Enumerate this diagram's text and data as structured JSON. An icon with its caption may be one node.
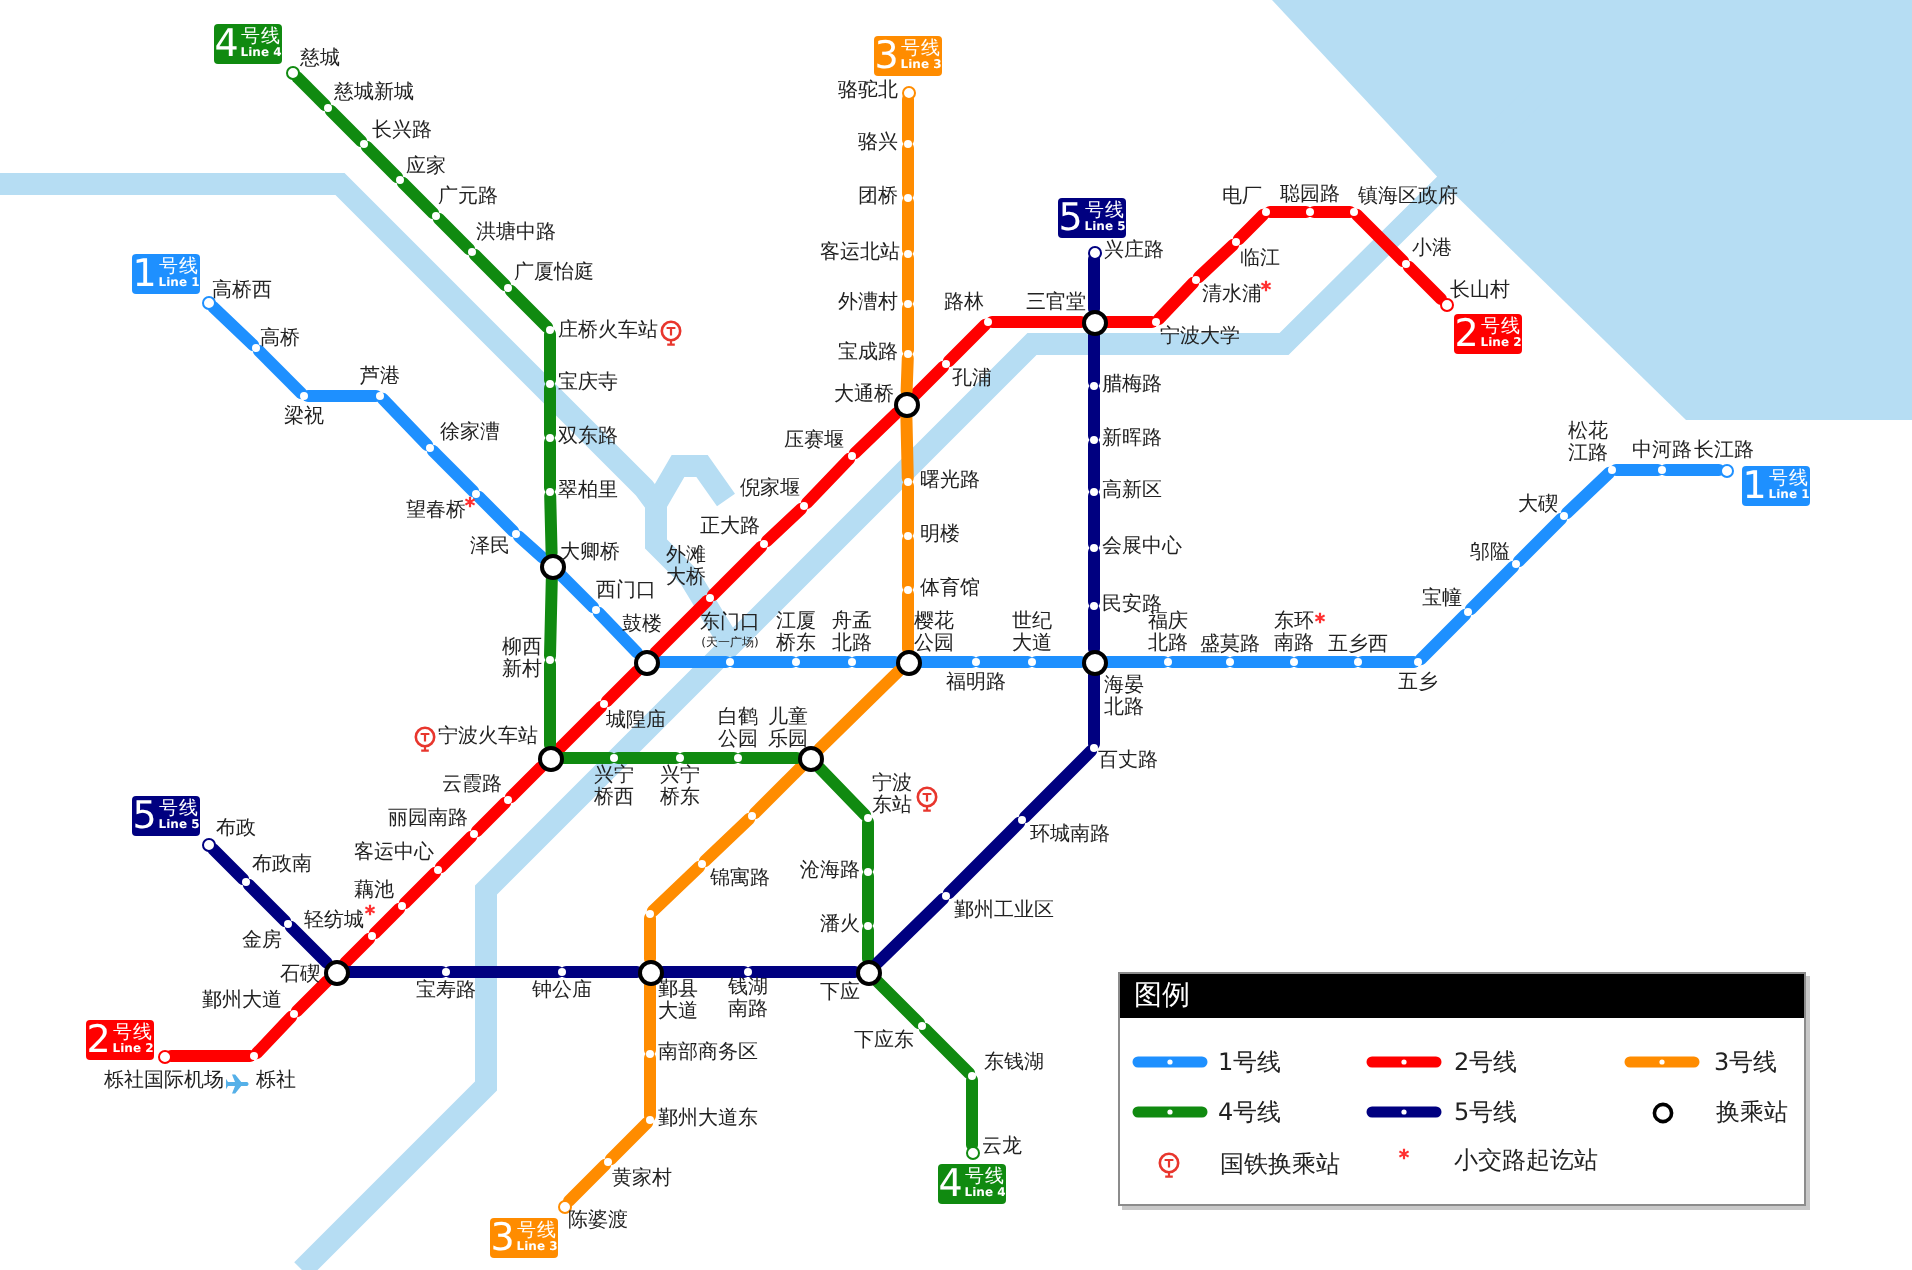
{
  "diagram": {
    "nodes": [
      {
        "text": [
          "1",
          "号线",
          "Line 1"
        ]
      },
      {
        "text": [],
        "shape": "circle",
        "beside": [
          "高桥西"
        ]
      },
      {
        "text": [],
        "shape": "circle",
        "beside": [
          "高桥"
        ]
      },
      {
        "text": [],
        "shape": "circle",
        "beside": [
          "梁祝"
        ]
      },
      {
        "text": [],
        "shape": "circle",
        "beside": [
          "芦港"
        ]
      },
      {
        "text": [],
        "shape": "circle",
        "beside": [
          "徐家漕"
        ]
      },
      {
        "text": [],
        "shape": "circle",
        "beside": [
          "望春桥"
        ]
      },
      {
        "text": [],
        "shape": "circle",
        "beside": [
          "泽民"
        ]
      },
      {
        "text": [],
        "shape": "circle",
        "beside": [
          "大卿桥"
        ]
      },
      {
        "text": [],
        "shape": "circle",
        "beside": [
          "西门口"
        ]
      },
      {
        "text": [],
        "shape": "circle",
        "beside": [
          "鼓楼"
        ]
      },
      {
        "text": [],
        "shape": "circle",
        "beside": [
          "东门口",
          "(天一广场)"
        ]
      },
      {
        "text": [],
        "shape": "circle",
        "beside": [
          "江厦桥东"
        ]
      },
      {
        "text": [],
        "shape": "circle",
        "beside": [
          "舟孟北路"
        ]
      },
      {
        "text": [],
        "shape": "circle",
        "beside": [
          "樱花公园"
        ]
      },
      {
        "text": [],
        "shape": "circle",
        "beside": [
          "福明路"
        ]
      },
      {
        "text": [],
        "shape": "circle",
        "beside": [
          "世纪大道"
        ]
      },
      {
        "text": [],
        "shape": "circle",
        "beside": [
          "海晏北路"
        ]
      },
      {
        "text": [],
        "shape": "circle",
        "beside": [
          "福庆北路"
        ]
      },
      {
        "text": [],
        "shape": "circle",
        "beside": [
          "盛莫路"
        ]
      },
      {
        "text": [],
        "shape": "circle",
        "beside": [
          "东环南路"
        ]
      },
      {
        "text": [],
        "shape": "circle",
        "beside": [
          "五乡西"
        ]
      },
      {
        "text": [],
        "shape": "circle",
        "beside": [
          "五乡"
        ]
      },
      {
        "text": [],
        "shape": "circle",
        "beside": [
          "宝幢"
        ]
      },
      {
        "text": [],
        "shape": "circle",
        "beside": [
          "邬隘"
        ]
      },
      {
        "text": [],
        "shape": "circle",
        "beside": [
          "大碶"
        ]
      },
      {
        "text": [],
        "shape": "circle",
        "beside": [
          "松花江路"
        ]
      },
      {
        "text": [],
        "shape": "circle",
        "beside": [
          "中河路"
        ]
      },
      {
        "text": [],
        "shape": "circle",
        "beside": [
          "长江路"
        ]
      },
      {
        "text": [
          "1",
          "号线",
          "Line 1"
        ]
      },
      {
        "text": [
          "2",
          "号线",
          "Line 2"
        ]
      },
      {
        "text": [],
        "shape": "circle",
        "beside": [
          "栎社国际机场"
        ]
      },
      {
        "text": [],
        "shape": "circle",
        "beside": [
          "栎社"
        ]
      },
      {
        "text": [],
        "shape": "circle",
        "beside": [
          "鄞州大道"
        ]
      },
      {
        "text": [],
        "shape": "circle",
        "beside": [
          "石碶"
        ]
      },
      {
        "text": [],
        "shape": "circle",
        "beside": [
          "轻纺城"
        ]
      },
      {
        "text": [],
        "shape": "circle",
        "beside": [
          "藕池"
        ]
      },
      {
        "text": [],
        "shape": "circle",
        "beside": [
          "客运中心"
        ]
      },
      {
        "text": [],
        "shape": "circle",
        "beside": [
          "丽园南路"
        ]
      },
      {
        "text": [],
        "shape": "circle",
        "beside": [
          "云霞路"
        ]
      },
      {
        "text": [],
        "shape": "circle",
        "beside": [
          "宁波火车站"
        ]
      },
      {
        "text": [],
        "shape": "circle",
        "beside": [
          "城隍庙"
        ]
      },
      {
        "text": [],
        "shape": "circle",
        "beside": [
          "外滩大桥"
        ]
      },
      {
        "text": [],
        "shape": "circle",
        "beside": [
          "正大路"
        ]
      },
      {
        "text": [],
        "shape": "circle",
        "beside": [
          "倪家堰"
        ]
      },
      {
        "text": [],
        "shape": "circle",
        "beside": [
          "压赛堰"
        ]
      },
      {
        "text": [],
        "shape": "circle",
        "beside": [
          "大通桥"
        ]
      },
      {
        "text": [],
        "shape": "circle",
        "beside": [
          "孔浦"
        ]
      },
      {
        "text": [],
        "shape": "circle",
        "beside": [
          "路林"
        ]
      },
      {
        "text": [],
        "shape": "circle",
        "beside": [
          "三官堂"
        ]
      },
      {
        "text": [],
        "shape": "circle",
        "beside": [
          "宁波大学"
        ]
      },
      {
        "text": [],
        "shape": "circle",
        "beside": [
          "清水浦"
        ]
      },
      {
        "text": [],
        "shape": "circle",
        "beside": [
          "临江"
        ]
      },
      {
        "text": [],
        "shape": "circle",
        "beside": [
          "电厂"
        ]
      },
      {
        "text": [],
        "shape": "circle",
        "beside": [
          "聪园路"
        ]
      },
      {
        "text": [],
        "shape": "circle",
        "beside": [
          "镇海区政府"
        ]
      },
      {
        "text": [],
        "shape": "circle",
        "beside": [
          "小港"
        ]
      },
      {
        "text": [],
        "shape": "circle",
        "beside": [
          "长山村"
        ]
      },
      {
        "text": [
          "2",
          "号线",
          "Line 2"
        ]
      },
      {
        "text": [
          "3",
          "号线",
          "Line 3"
        ]
      },
      {
        "text": [],
        "shape": "circle",
        "beside": [
          "骆驼北"
        ]
      },
      {
        "text": [],
        "shape": "circle",
        "beside": [
          "骆兴"
        ]
      },
      {
        "text": [],
        "shape": "circle",
        "beside": [
          "团桥"
        ]
      },
      {
        "text": [],
        "shape": "circle",
        "beside": [
          "客运北站"
        ]
      },
      {
        "text": [],
        "shape": "circle",
        "beside": [
          "外漕村"
        ]
      },
      {
        "text": [],
        "shape": "circle",
        "beside": [
          "宝成路"
        ]
      },
      {
        "text": [],
        "shape": "circle",
        "beside": [
          "曙光路"
        ]
      },
      {
        "text": [],
        "shape": "circle",
        "beside": [
          "明楼"
        ]
      },
      {
        "text": [],
        "shape": "circle",
        "beside": [
          "体育馆"
        ]
      },
      {
        "text": [],
        "shape": "circle",
        "beside": [
          "儿童乐园"
        ]
      },
      {
        "text": [],
        "shape": "circle"
      },
      {
        "text": [],
        "shape": "circle",
        "beside": [
          "锦寓路"
        ]
      },
      {
        "text": [],
        "shape": "circle"
      },
      {
        "text": [],
        "shape": "circle",
        "beside": [
          "鄞县大道"
        ]
      },
      {
        "text": [],
        "shape": "circle",
        "beside": [
          "南部商务区"
        ]
      },
      {
        "text": [],
        "shape": "circle",
        "beside": [
          "鄞州大道东"
        ]
      },
      {
        "text": [],
        "shape": "circle",
        "beside": [
          "黄家村"
        ]
      },
      {
        "text": [],
        "shape": "circle",
        "beside": [
          "陈婆渡"
        ]
      },
      {
        "text": [
          "3",
          "号线",
          "Line 3"
        ]
      },
      {
        "text": [
          "4",
          "号线",
          "Line 4"
        ]
      },
      {
        "text": [],
        "shape": "circle",
        "beside": [
          "慈城"
        ]
      },
      {
        "text": [],
        "shape": "circle",
        "beside": [
          "慈城新城"
        ]
      },
      {
        "text": [],
        "shape": "circle",
        "beside": [
          "长兴路"
        ]
      },
      {
        "text": [],
        "shape": "circle",
        "beside": [
          "应家"
        ]
      },
      {
        "text": [],
        "shape": "circle",
        "beside": [
          "广元路"
        ]
      },
      {
        "text": [],
        "shape": "circle",
        "beside": [
          "洪塘中路"
        ]
      },
      {
        "text": [],
        "shape": "circle",
        "beside": [
          "广厦怡庭"
        ]
      },
      {
        "text": [],
        "shape": "circle",
        "beside": [
          "庄桥火车站"
        ]
      },
      {
        "text": [],
        "shape": "circle",
        "beside": [
          "宝庆寺"
        ]
      },
      {
        "text": [],
        "shape": "circle",
        "beside": [
          "双东路"
        ]
      },
      {
        "text": [],
        "shape": "circle",
        "beside": [
          "翠柏里"
        ]
      },
      {
        "text": [],
        "shape": "circle",
        "beside": [
          "柳西新村"
        ]
      },
      {
        "text": [],
        "shape": "circle",
        "beside": [
          "兴宁桥西"
        ]
      },
      {
        "text": [],
        "shape": "circle",
        "beside": [
          "兴宁桥东"
        ]
      },
      {
        "text": [],
        "shape": "circle",
        "beside": [
          "白鹤公园"
        ]
      },
      {
        "text": [],
        "shape": "circle",
        "beside": [
          "宁波东站"
        ]
      },
      {
        "text": [],
        "shape": "circle",
        "beside": [
          "沧海路"
        ]
      },
      {
        "text": [],
        "shape": "circle",
        "beside": [
          "潘火"
        ]
      },
      {
        "text": [],
        "shape": "circle",
        "beside": [
          "下应"
        ]
      },
      {
        "text": [],
        "shape": "circle",
        "beside": [
          "下应东"
        ]
      },
      {
        "text": [],
        "shape": "circle",
        "beside": [
          "东钱湖"
        ]
      },
      {
        "text": [],
        "shape": "circle",
        "beside": [
          "云龙"
        ]
      },
      {
        "text": [
          "4",
          "号线",
          "Line 4"
        ]
      },
      {
        "text": [
          "5",
          "号线",
          "Line 5"
        ]
      },
      {
        "text": [],
        "shape": "circle",
        "beside": [
          "兴庄路"
        ]
      },
      {
        "text": [],
        "shape": "circle",
        "beside": [
          "腊梅路"
        ]
      },
      {
        "text": [],
        "shape": "circle",
        "beside": [
          "新晖路"
        ]
      },
      {
        "text": [],
        "shape": "circle",
        "beside": [
          "高新区"
        ]
      },
      {
        "text": [],
        "shape": "circle",
        "beside": [
          "会展中心"
        ]
      },
      {
        "text": [],
        "shape": "circle",
        "beside": [
          "民安路"
        ]
      },
      {
        "text": [],
        "shape": "circle",
        "beside": [
          "百丈路"
        ]
      },
      {
        "text": [],
        "shape": "circle",
        "beside": [
          "环城南路"
        ]
      },
      {
        "text": [],
        "shape": "circle",
        "beside": [
          "鄞州工业区"
        ]
      },
      {
        "text": [],
        "shape": "circle",
        "beside": [
          "钱湖南路"
        ]
      },
      {
        "text": [],
        "shape": "circle",
        "beside": [
          "钟公庙"
        ]
      },
      {
        "text": [],
        "shape": "circle",
        "beside": [
          "宝寿路"
        ]
      },
      {
        "text": [],
        "shape": "circle",
        "beside": [
          "金房"
        ]
      },
      {
        "text": [],
        "shape": "circle",
        "beside": [
          "布政南"
        ]
      },
      {
        "text": [],
        "shape": "circle",
        "beside": [
          "布政"
        ]
      },
      {
        "text": [
          "5",
          "号线",
          "Line 5"
        ]
      }
    ],
    "edges": [
      {
        "from": 1,
        "to": 2,
        "arrow": "none",
        "color": "#1e90ff"
      },
      {
        "from": 2,
        "to": 3,
        "arrow": "none",
        "color": "#1e90ff"
      },
      {
        "from": 3,
        "to": 4,
        "arrow": "none",
        "color": "#1e90ff"
      },
      {
        "from": 4,
        "to": 5,
        "arrow": "none",
        "color": "#1e90ff"
      },
      {
        "from": 5,
        "to": 6,
        "arrow": "none",
        "color": "#1e90ff"
      },
      {
        "from": 6,
        "to": 7,
        "arrow": "none",
        "color": "#1e90ff"
      },
      {
        "from": 7,
        "to": 8,
        "arrow": "none",
        "color": "#1e90ff"
      },
      {
        "from": 8,
        "to": 9,
        "arrow": "none",
        "color": "#1e90ff"
      },
      {
        "from": 9,
        "to": 10,
        "arrow": "none",
        "color": "#1e90ff"
      },
      {
        "from": 10,
        "to": 11,
        "arrow": "none",
        "color": "#1e90ff"
      },
      {
        "from": 11,
        "to": 12,
        "arrow": "none",
        "color": "#1e90ff"
      },
      {
        "from": 12,
        "to": 13,
        "arrow": "none",
        "color": "#1e90ff"
      },
      {
        "from": 13,
        "to": 14,
        "arrow": "none",
        "color": "#1e90ff"
      },
      {
        "from": 14,
        "to": 15,
        "arrow": "none",
        "color": "#1e90ff"
      },
      {
        "from": 15,
        "to": 16,
        "arrow": "none",
        "color": "#1e90ff"
      },
      {
        "from": 16,
        "to": 17,
        "arrow": "none",
        "color": "#1e90ff"
      },
      {
        "from": 17,
        "to": 18,
        "arrow": "none",
        "color": "#1e90ff"
      },
      {
        "from": 18,
        "to": 19,
        "arrow": "none",
        "color": "#1e90ff"
      },
      {
        "from": 19,
        "to": 20,
        "arrow": "none",
        "color": "#1e90ff"
      },
      {
        "from": 20,
        "to": 21,
        "arrow": "none",
        "color": "#1e90ff"
      },
      {
        "from": 21,
        "to": 22,
        "arrow": "none",
        "color": "#1e90ff"
      },
      {
        "from": 22,
        "to": 23,
        "arrow": "none",
        "color": "#1e90ff"
      },
      {
        "from": 23,
        "to": 24,
        "arrow": "none",
        "color": "#1e90ff"
      },
      {
        "from": 24,
        "to": 25,
        "arrow": "none",
        "color": "#1e90ff"
      },
      {
        "from": 25,
        "to": 26,
        "arrow": "none",
        "color": "#1e90ff"
      },
      {
        "from": 26,
        "to": 27,
        "arrow": "none",
        "color": "#1e90ff"
      },
      {
        "from": 27,
        "to": 28,
        "arrow": "none",
        "color": "#1e90ff"
      },
      {
        "from": 31,
        "to": 32,
        "arrow": "none",
        "color": "#ff0000"
      },
      {
        "from": 32,
        "to": 33,
        "arrow": "none",
        "color": "#ff0000"
      },
      {
        "from": 33,
        "to": 34,
        "arrow": "none",
        "color": "#ff0000"
      },
      {
        "from": 34,
        "to": 35,
        "arrow": "none",
        "color": "#ff0000"
      },
      {
        "from": 35,
        "to": 36,
        "arrow": "none",
        "color": "#ff0000"
      },
      {
        "from": 36,
        "to": 37,
        "arrow": "none",
        "color": "#ff0000"
      },
      {
        "from": 37,
        "to": 38,
        "arrow": "none",
        "color": "#ff0000"
      },
      {
        "from": 38,
        "to": 39,
        "arrow": "none",
        "color": "#ff0000"
      },
      {
        "from": 39,
        "to": 40,
        "arrow": "none",
        "color": "#ff0000"
      },
      {
        "from": 40,
        "to": 41,
        "arrow": "none",
        "color": "#ff0000"
      },
      {
        "from": 41,
        "to": 10,
        "arrow": "none",
        "color": "#ff0000"
      },
      {
        "from": 10,
        "to": 42,
        "arrow": "none",
        "color": "#ff0000"
      },
      {
        "from": 42,
        "to": 43,
        "arrow": "none",
        "color": "#ff0000"
      },
      {
        "from": 43,
        "to": 44,
        "arrow": "none",
        "color": "#ff0000"
      },
      {
        "from": 44,
        "to": 45,
        "arrow": "none",
        "color": "#ff0000"
      },
      {
        "from": 45,
        "to": 46,
        "arrow": "none",
        "color": "#ff0000"
      },
      {
        "from": 46,
        "to": 47,
        "arrow": "none",
        "color": "#ff0000"
      },
      {
        "from": 47,
        "to": 48,
        "arrow": "none",
        "color": "#ff0000"
      },
      {
        "from": 48,
        "to": 49,
        "arrow": "none",
        "color": "#ff0000"
      },
      {
        "from": 49,
        "to": 50,
        "arrow": "none",
        "color": "#ff0000"
      },
      {
        "from": 50,
        "to": 51,
        "arrow": "none",
        "color": "#ff0000"
      },
      {
        "from": 51,
        "to": 52,
        "arrow": "none",
        "color": "#ff0000"
      },
      {
        "from": 52,
        "to": 53,
        "arrow": "none",
        "color": "#ff0000"
      },
      {
        "from": 53,
        "to": 54,
        "arrow": "none",
        "color": "#ff0000"
      },
      {
        "from": 54,
        "to": 55,
        "arrow": "none",
        "color": "#ff0000"
      },
      {
        "from": 55,
        "to": 56,
        "arrow": "none",
        "color": "#ff0000"
      },
      {
        "from": 56,
        "to": 57,
        "arrow": "none",
        "color": "#ff0000"
      },
      {
        "from": 60,
        "to": 61,
        "arrow": "none",
        "color": "#ff8c00"
      },
      {
        "from": 61,
        "to": 62,
        "arrow": "none",
        "color": "#ff8c00"
      },
      {
        "from": 62,
        "to": 63,
        "arrow": "none",
        "color": "#ff8c00"
      },
      {
        "from": 63,
        "to": 64,
        "arrow": "none",
        "color": "#ff8c00"
      },
      {
        "from": 64,
        "to": 65,
        "arrow": "none",
        "color": "#ff8c00"
      },
      {
        "from": 65,
        "to": 46,
        "arrow": "none",
        "color": "#ff8c00"
      },
      {
        "from": 46,
        "to": 66,
        "arrow": "none",
        "color": "#ff8c00"
      },
      {
        "from": 66,
        "to": 67,
        "arrow": "none",
        "color": "#ff8c00"
      },
      {
        "from": 67,
        "to": 68,
        "arrow": "none",
        "color": "#ff8c00"
      },
      {
        "from": 68,
        "to": 14,
        "arrow": "none",
        "color": "#ff8c00"
      },
      {
        "from": 14,
        "to": 69,
        "arrow": "none",
        "color": "#ff8c00"
      },
      {
        "from": 69,
        "to": 70,
        "arrow": "none",
        "color": "#ff8c00"
      },
      {
        "from": 70,
        "to": 71,
        "arrow": "none",
        "color": "#ff8c00"
      },
      {
        "from": 71,
        "to": 72,
        "arrow": "none",
        "color": "#ff8c00"
      },
      {
        "from": 72,
        "to": 73,
        "arrow": "none",
        "color": "#ff8c00"
      },
      {
        "from": 73,
        "to": 74,
        "arrow": "none",
        "color": "#ff8c00"
      },
      {
        "from": 74,
        "to": 75,
        "arrow": "none",
        "color": "#ff8c00"
      },
      {
        "from": 75,
        "to": 76,
        "arrow": "none",
        "color": "#ff8c00"
      },
      {
        "from": 76,
        "to": 77,
        "arrow": "none",
        "color": "#ff8c00"
      },
      {
        "from": 80,
        "to": 81,
        "arrow": "none",
        "color": "#108a10"
      },
      {
        "from": 81,
        "to": 82,
        "arrow": "none",
        "color": "#108a10"
      },
      {
        "from": 82,
        "to": 83,
        "arrow": "none",
        "color": "#108a10"
      },
      {
        "from": 83,
        "to": 84,
        "arrow": "none",
        "color": "#108a10"
      },
      {
        "from": 84,
        "to": 85,
        "arrow": "none",
        "color": "#108a10"
      },
      {
        "from": 85,
        "to": 86,
        "arrow": "none",
        "color": "#108a10"
      },
      {
        "from": 86,
        "to": 87,
        "arrow": "none",
        "color": "#108a10"
      },
      {
        "from": 87,
        "to": 88,
        "arrow": "none",
        "color": "#108a10"
      },
      {
        "from": 88,
        "to": 89,
        "arrow": "none",
        "color": "#108a10"
      },
      {
        "from": 89,
        "to": 90,
        "arrow": "none",
        "color": "#108a10"
      },
      {
        "from": 90,
        "to": 8,
        "arrow": "none",
        "color": "#108a10"
      },
      {
        "from": 8,
        "to": 91,
        "arrow": "none",
        "color": "#108a10"
      },
      {
        "from": 91,
        "to": 40,
        "arrow": "none",
        "color": "#108a10"
      },
      {
        "from": 40,
        "to": 92,
        "arrow": "none",
        "color": "#108a10"
      },
      {
        "from": 92,
        "to": 93,
        "arrow": "none",
        "color": "#108a10"
      },
      {
        "from": 93,
        "to": 94,
        "arrow": "none",
        "color": "#108a10"
      },
      {
        "from": 94,
        "to": 69,
        "arrow": "none",
        "color": "#108a10"
      },
      {
        "from": 69,
        "to": 95,
        "arrow": "none",
        "color": "#108a10"
      },
      {
        "from": 95,
        "to": 96,
        "arrow": "none",
        "color": "#108a10"
      },
      {
        "from": 96,
        "to": 97,
        "arrow": "none",
        "color": "#108a10"
      },
      {
        "from": 97,
        "to": 98,
        "arrow": "none",
        "color": "#108a10"
      },
      {
        "from": 98,
        "to": 99,
        "arrow": "none",
        "color": "#108a10"
      },
      {
        "from": 99,
        "to": 100,
        "arrow": "none",
        "color": "#108a10"
      },
      {
        "from": 100,
        "to": 101,
        "arrow": "none",
        "color": "#108a10"
      },
      {
        "from": 104,
        "to": 49,
        "arrow": "none",
        "color": "#000080"
      },
      {
        "from": 49,
        "to": 105,
        "arrow": "none",
        "color": "#000080"
      },
      {
        "from": 105,
        "to": 106,
        "arrow": "none",
        "color": "#000080"
      },
      {
        "from": 106,
        "to": 107,
        "arrow": "none",
        "color": "#000080"
      },
      {
        "from": 107,
        "to": 108,
        "arrow": "none",
        "color": "#000080"
      },
      {
        "from": 108,
        "to": 109,
        "arrow": "none",
        "color": "#000080"
      },
      {
        "from": 109,
        "to": 17,
        "arrow": "none",
        "color": "#000080"
      },
      {
        "from": 17,
        "to": 110,
        "arrow": "none",
        "color": "#000080"
      },
      {
        "from": 110,
        "to": 111,
        "arrow": "none",
        "color": "#000080"
      },
      {
        "from": 111,
        "to": 112,
        "arrow": "none",
        "color": "#000080"
      },
      {
        "from": 112,
        "to": 98,
        "arrow": "none",
        "color": "#000080"
      },
      {
        "from": 98,
        "to": 113,
        "arrow": "none",
        "color": "#000080"
      },
      {
        "from": 113,
        "to": 73,
        "arrow": "none",
        "color": "#000080"
      },
      {
        "from": 73,
        "to": 114,
        "arrow": "none",
        "color": "#000080"
      },
      {
        "from": 114,
        "to": 115,
        "arrow": "none",
        "color": "#000080"
      },
      {
        "from": 115,
        "to": 34,
        "arrow": "none",
        "color": "#000080"
      },
      {
        "from": 34,
        "to": 116,
        "arrow": "none",
        "color": "#000080"
      },
      {
        "from": 116,
        "to": 117,
        "arrow": "none",
        "color": "#000080"
      },
      {
        "from": 117,
        "to": 118,
        "arrow": "none",
        "color": "#000080"
      }
    ],
    "labels": [
      "图例"
    ],
    "legend": [
      {
        "text": "1号线"
      },
      {
        "text": "2号线"
      },
      {
        "text": "3号线"
      },
      {
        "text": "4号线"
      },
      {
        "text": "5号线"
      },
      {
        "text": "换乘站"
      },
      {
        "text": "国铁换乘站"
      },
      {
        "text": "小交路起讫站"
      }
    ]
  }
}
